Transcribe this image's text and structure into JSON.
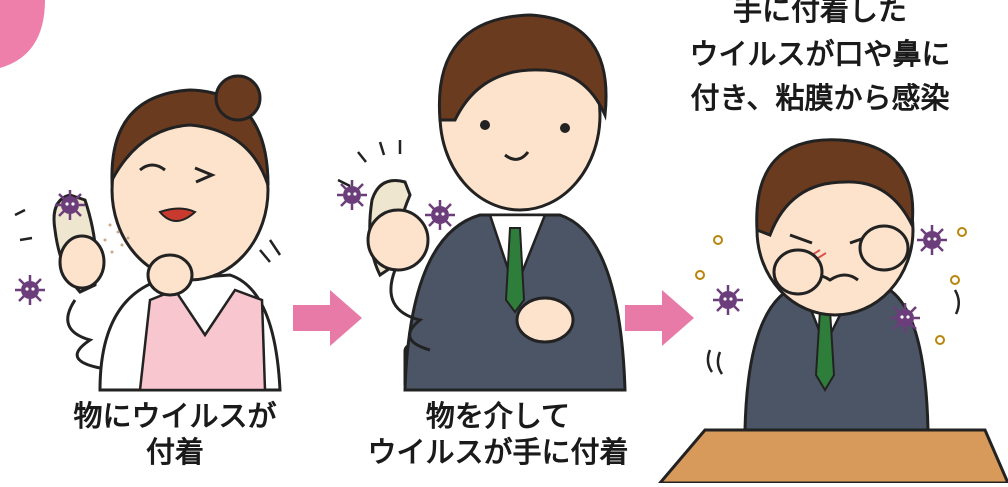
{
  "panels": [
    {
      "caption_lines": [
        "物にウイルスが",
        "付着"
      ]
    },
    {
      "caption_lines": [
        "物を介して",
        "ウイルスが手に付着"
      ]
    },
    {
      "caption_lines": [
        "手に付着した",
        "ウイルスが口や鼻に",
        "付き、粘膜から感染"
      ]
    }
  ],
  "colors": {
    "arrow": "#e87aa8",
    "corner_tab": "#ee7fab",
    "virus": "#6b3d7a",
    "suit": "#4b5566",
    "tie": "#2f7d3a",
    "apron": "#f7c6cf",
    "hair": "#6b3b20",
    "skin": "#fde3cc",
    "phone": "#efe6cf"
  },
  "icons": [
    "virus-icon",
    "phone-icon",
    "arrow-right-icon"
  ]
}
